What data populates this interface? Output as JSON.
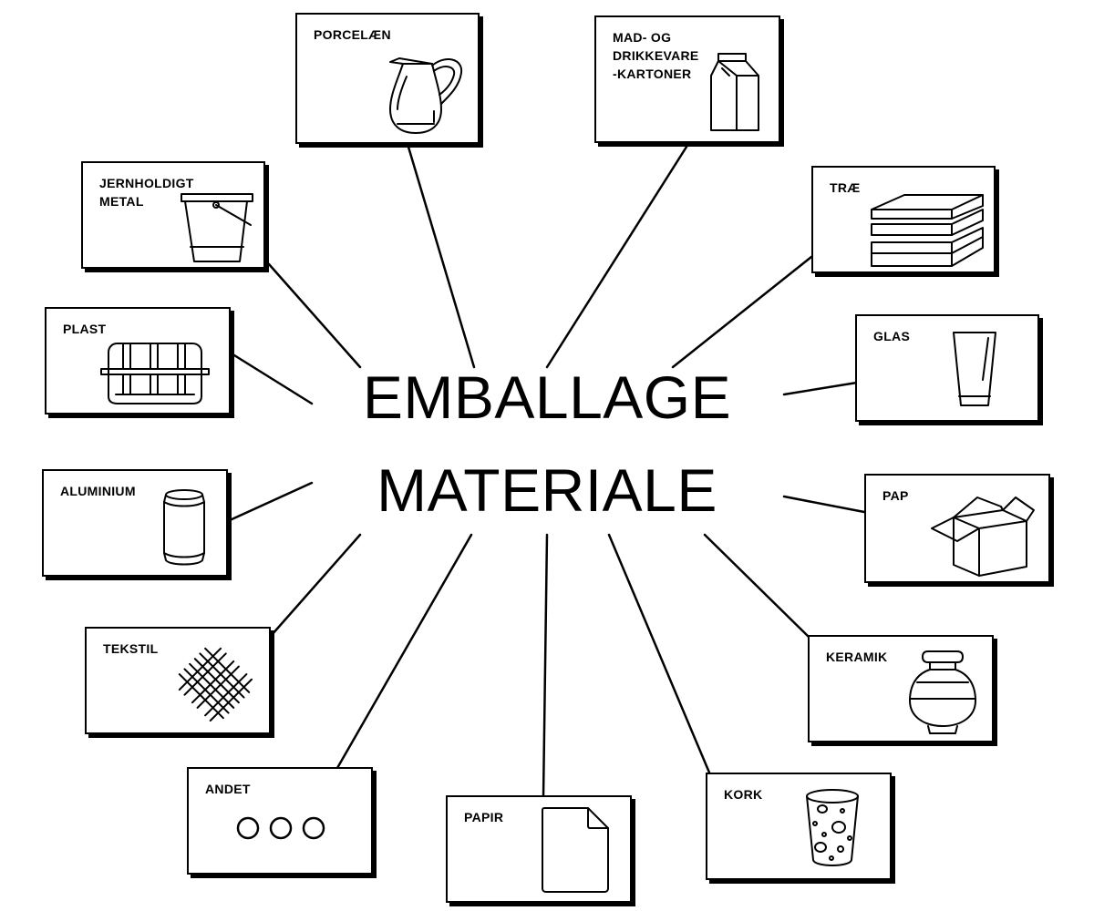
{
  "diagram": {
    "title_line1": "EMBALLAGE",
    "title_line2": "MATERIALE",
    "nodes": [
      {
        "id": "porcelaen",
        "label": "PORCELÆN",
        "icon": "pitcher-icon"
      },
      {
        "id": "kartoner",
        "label": "MAD- OG\nDRIKKEVARE\n-KARTONER",
        "icon": "milk-carton-icon"
      },
      {
        "id": "jern",
        "label": "JERNHOLDIGT\nMETAL",
        "icon": "bucket-icon"
      },
      {
        "id": "trae",
        "label": "TRÆ",
        "icon": "crate-icon"
      },
      {
        "id": "plast",
        "label": "PLAST",
        "icon": "plastic-container-icon"
      },
      {
        "id": "glas",
        "label": "GLAS",
        "icon": "drinking-glass-icon"
      },
      {
        "id": "aluminium",
        "label": "ALUMINIUM",
        "icon": "can-icon"
      },
      {
        "id": "pap",
        "label": "PAP",
        "icon": "cardboard-box-icon"
      },
      {
        "id": "tekstil",
        "label": "TEKSTIL",
        "icon": "woven-fabric-icon"
      },
      {
        "id": "keramik",
        "label": "KERAMIK",
        "icon": "ceramic-jar-icon"
      },
      {
        "id": "andet",
        "label": "ANDET",
        "icon": "three-circles-icon"
      },
      {
        "id": "papir",
        "label": "PAPIR",
        "icon": "paper-sheet-icon"
      },
      {
        "id": "kork",
        "label": "KORK",
        "icon": "cork-icon"
      }
    ],
    "colors": {
      "ink": "#000000",
      "background": "#ffffff"
    }
  }
}
